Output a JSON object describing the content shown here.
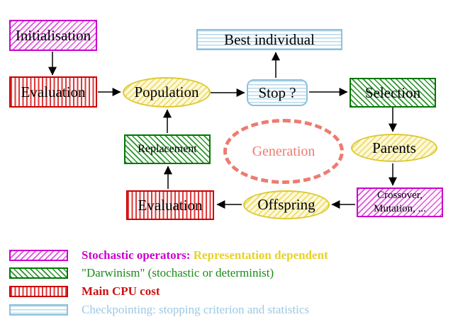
{
  "diagram": {
    "title": "Evolutionary algorithm flow diagram",
    "nodes": {
      "initialisation": {
        "label": "Initialisation"
      },
      "evaluation_top": {
        "label": "Evaluation"
      },
      "population": {
        "label": "Population"
      },
      "best_individual": {
        "label": "Best individual"
      },
      "stop": {
        "label": "Stop ?"
      },
      "selection": {
        "label": "Selection"
      },
      "parents": {
        "label": "Parents"
      },
      "generation": {
        "label": "Generation"
      },
      "replacement": {
        "label": "Replacement"
      },
      "evaluation_bottom": {
        "label": "Evaluation"
      },
      "offspring": {
        "label": "Offspring"
      },
      "crossover": {
        "label_line1": "Crossover,",
        "label_line2": "Mutation, ..."
      }
    },
    "legend": {
      "rows": [
        {
          "primary": "Stochastic operators:",
          "secondary": "Representation dependent"
        },
        {
          "primary": "\"Darwinism\" (stochastic or determinist)"
        },
        {
          "primary": "Main CPU cost"
        },
        {
          "primary": "Checkpointing: stopping criterion and statistics"
        }
      ]
    },
    "colors": {
      "magenta": "#cc00cc",
      "red": "#cc0000",
      "green": "#007700",
      "cyan": "#8ec1dc",
      "yellow": "#ddca32",
      "salmon": "#ee7b70",
      "legend_yellow_text": "#e8d223",
      "legend_cyan_text": "#9cc8e4"
    }
  }
}
